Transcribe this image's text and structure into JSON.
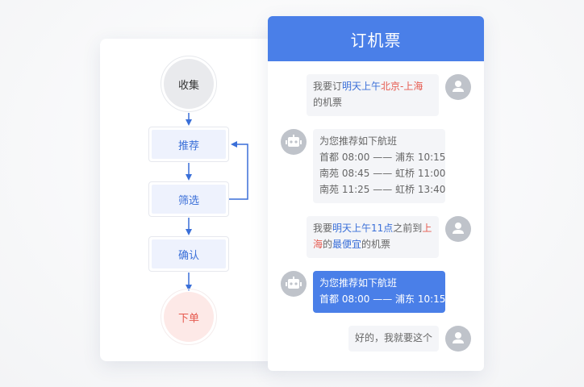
{
  "flow": {
    "start": "收集",
    "steps": [
      "推荐",
      "筛选",
      "确认"
    ],
    "end": "下单"
  },
  "chat": {
    "title": "订机票",
    "messages": [
      {
        "role": "user",
        "segments": [
          {
            "text": "我要订",
            "color": "normal"
          },
          {
            "text": "明天上午",
            "color": "blue"
          },
          {
            "text": "北京-上海",
            "color": "red"
          },
          {
            "text": "的机票",
            "color": "normal",
            "newline": true
          }
        ]
      },
      {
        "role": "bot",
        "lines": [
          "为您推荐如下航班",
          "首都 08:00 —— 浦东 10:15",
          "南苑 08:45 —— 虹桥 11:00",
          "南苑 11:25 —— 虹桥 13:40"
        ]
      },
      {
        "role": "user",
        "segments": [
          {
            "text": "我要",
            "color": "normal"
          },
          {
            "text": "明天上午11点",
            "color": "blue"
          },
          {
            "text": "之前到",
            "color": "normal"
          },
          {
            "text": "上",
            "color": "red"
          },
          {
            "text": "海",
            "color": "red",
            "newline": true
          },
          {
            "text": "的",
            "color": "normal"
          },
          {
            "text": "最便宜",
            "color": "blue"
          },
          {
            "text": "的机票",
            "color": "normal"
          }
        ]
      },
      {
        "role": "bot",
        "active": true,
        "lines": [
          "为您推荐如下航班",
          "首都 08:00 —— 浦东 10:15"
        ]
      },
      {
        "role": "user",
        "segments": [
          {
            "text": "好的，我就要这个",
            "color": "normal"
          }
        ]
      }
    ]
  },
  "colors": {
    "accent": "#4a7fe8",
    "highlight_blue": "#3a6fd8",
    "highlight_red": "#e65a4f",
    "flow_line": "#3a6fd8"
  },
  "icons": {
    "user_avatar": "user-avatar-icon",
    "bot_avatar": "robot-avatar-icon",
    "arrow": "arrow-down-icon"
  }
}
